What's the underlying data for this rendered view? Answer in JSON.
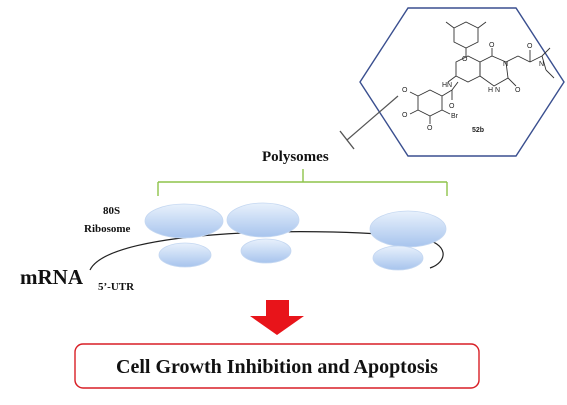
{
  "diagram": {
    "labels": {
      "polysomes": "Polysomes",
      "ribosome_line1": "80S",
      "ribosome_line2": "Ribosome",
      "mrna": "mRNA",
      "utr": "5’-UTR",
      "outcome": "Cell Growth Inhibition and Apoptosis"
    },
    "compound": {
      "label": "52b",
      "atoms": {
        "o_ether": "O",
        "o_carbonyl_top": "O",
        "o_carbonyl_right": "O",
        "o_carbonyl_bottom": "O",
        "o_amide": "O",
        "n_top": "N",
        "n_amide": "N",
        "nh_ring": "H\nN",
        "hn_amide": "HN",
        "br": "Br",
        "o_me1": "O",
        "o_me2": "O",
        "o_me3": "O"
      }
    },
    "colors": {
      "hexagon_border": "#3a4f8f",
      "bracket": "#8ec34a",
      "ribosome_fill_top": "#e6f0fb",
      "ribosome_fill_bottom": "#a9c6ee",
      "arrow": "#e8141a",
      "outcome_border": "#d81f26"
    }
  }
}
